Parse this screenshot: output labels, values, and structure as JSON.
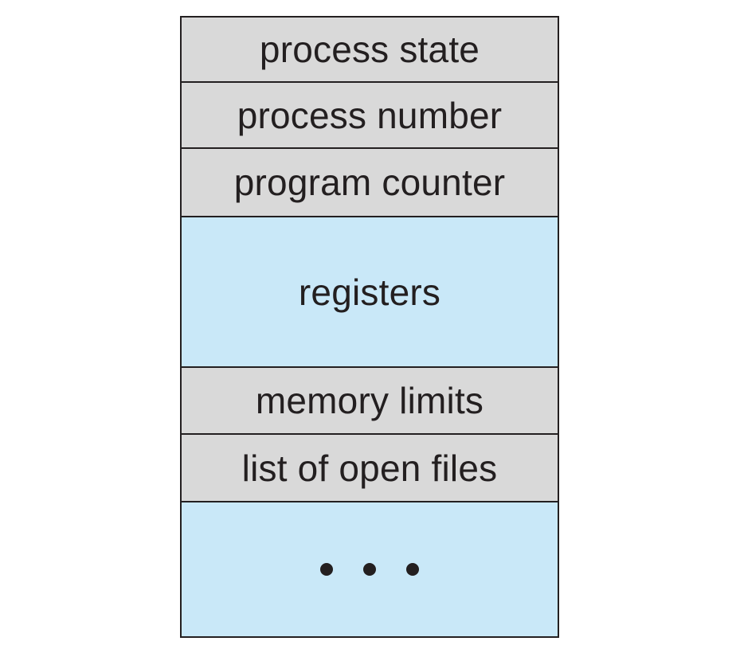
{
  "colors": {
    "field_fill": "#d9d9d9",
    "highlight_fill": "#c9e8f8",
    "border": "#231f20",
    "text": "#231f20"
  },
  "pcb": {
    "fields": [
      "process state",
      "process number",
      "program counter",
      "registers",
      "memory limits",
      "list of open files"
    ],
    "ellipsis_glyph": "• • •"
  }
}
